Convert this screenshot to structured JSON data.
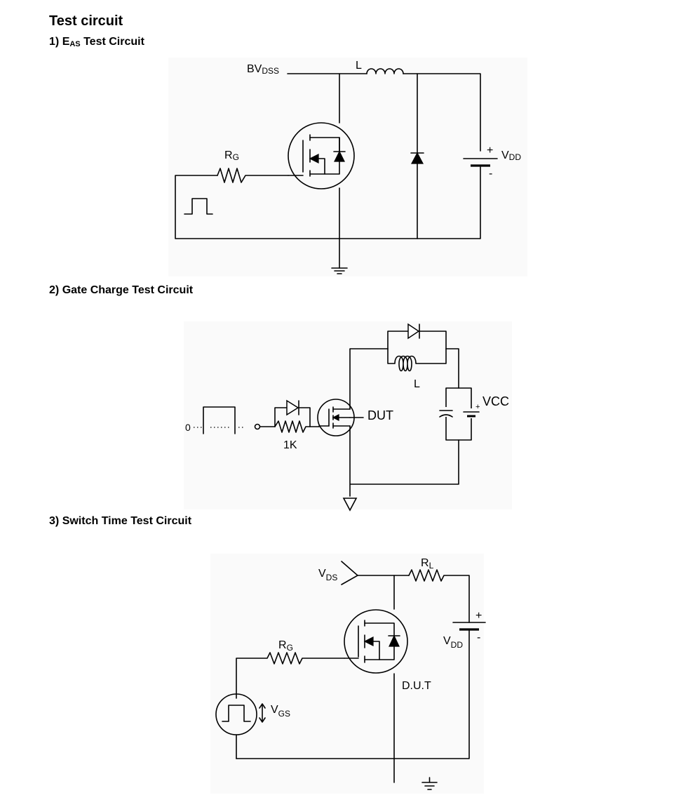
{
  "page": {
    "title": "Test circuit"
  },
  "sections": [
    {
      "number": "1)",
      "label_main": "E",
      "label_sub": "AS",
      "label_rest": " Test Circuit"
    },
    {
      "number": "2)",
      "label": "Gate Charge Test Circuit"
    },
    {
      "number": "3)",
      "label": "Switch Time Test Circuit"
    }
  ],
  "circuit1": {
    "bvdss": {
      "main": "BV",
      "sub": "DSS"
    },
    "inductor": "L",
    "gate_resistor": {
      "main": "R",
      "sub": "G"
    },
    "supply": {
      "main": "V",
      "sub": "DD"
    },
    "plus": "+",
    "minus": "-"
  },
  "circuit2": {
    "zero": "0",
    "resistor": "1K",
    "dut": "DUT",
    "inductor": "L",
    "supply": "VCC",
    "plus": "+"
  },
  "circuit3": {
    "vds": {
      "main": "V",
      "sub": "DS"
    },
    "load": {
      "main": "R",
      "sub": "L"
    },
    "gate_resistor": {
      "main": "R",
      "sub": "G"
    },
    "supply": {
      "main": "V",
      "sub": "DD"
    },
    "vgs": {
      "main": "V",
      "sub": "GS"
    },
    "dut": "D.U.T",
    "plus": "+",
    "minus": "-"
  }
}
